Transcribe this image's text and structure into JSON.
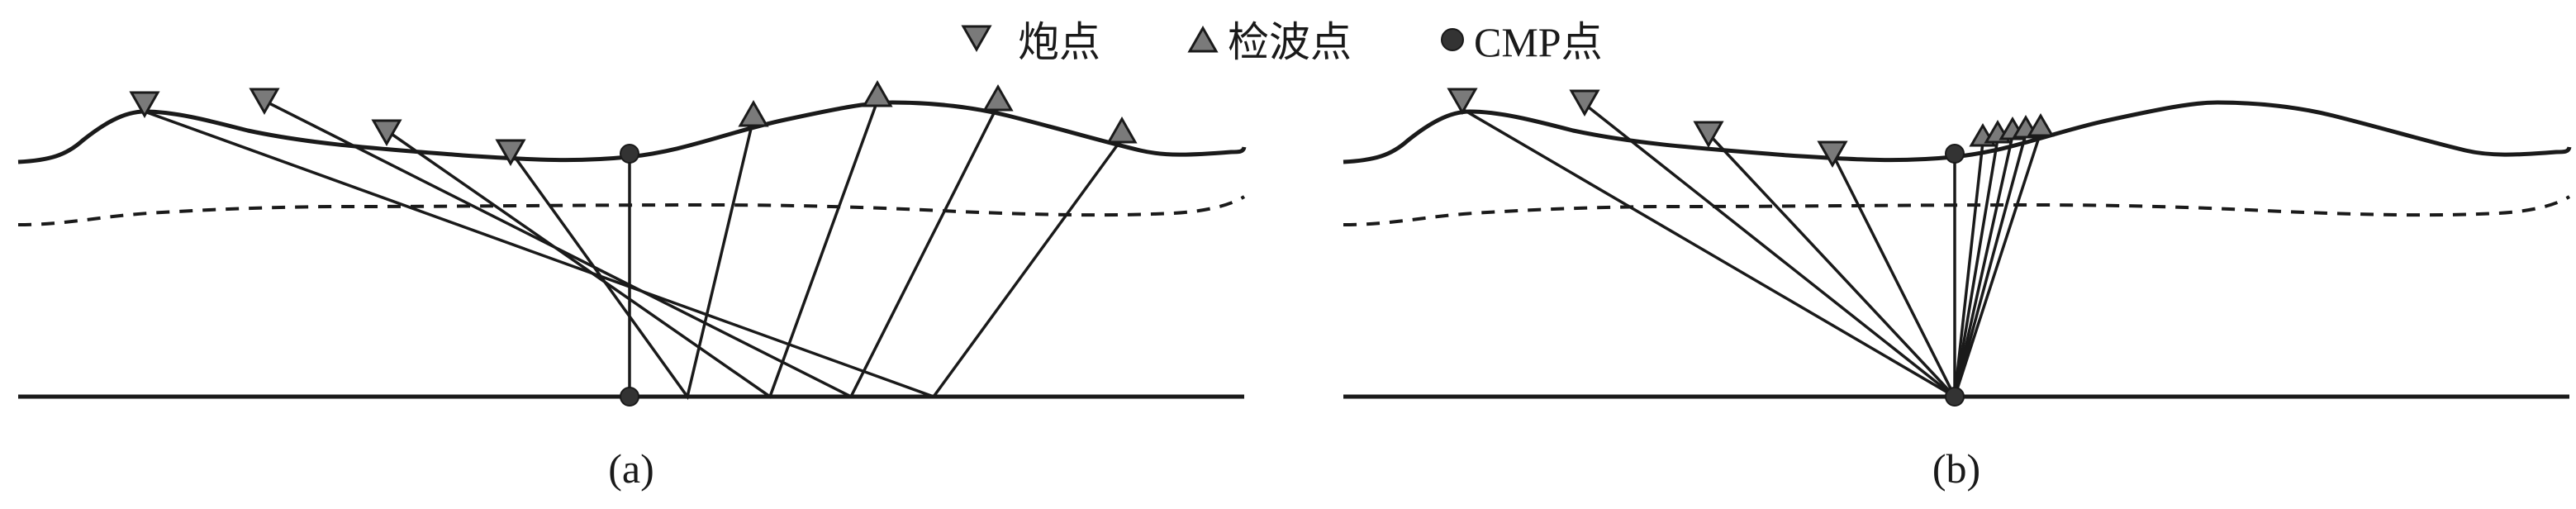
{
  "legend": {
    "shot_label": "炮点",
    "receiver_label": "检波点",
    "cmp_label": "CMP点"
  },
  "captions": {
    "a": "(a)",
    "b": "(b)"
  }
}
